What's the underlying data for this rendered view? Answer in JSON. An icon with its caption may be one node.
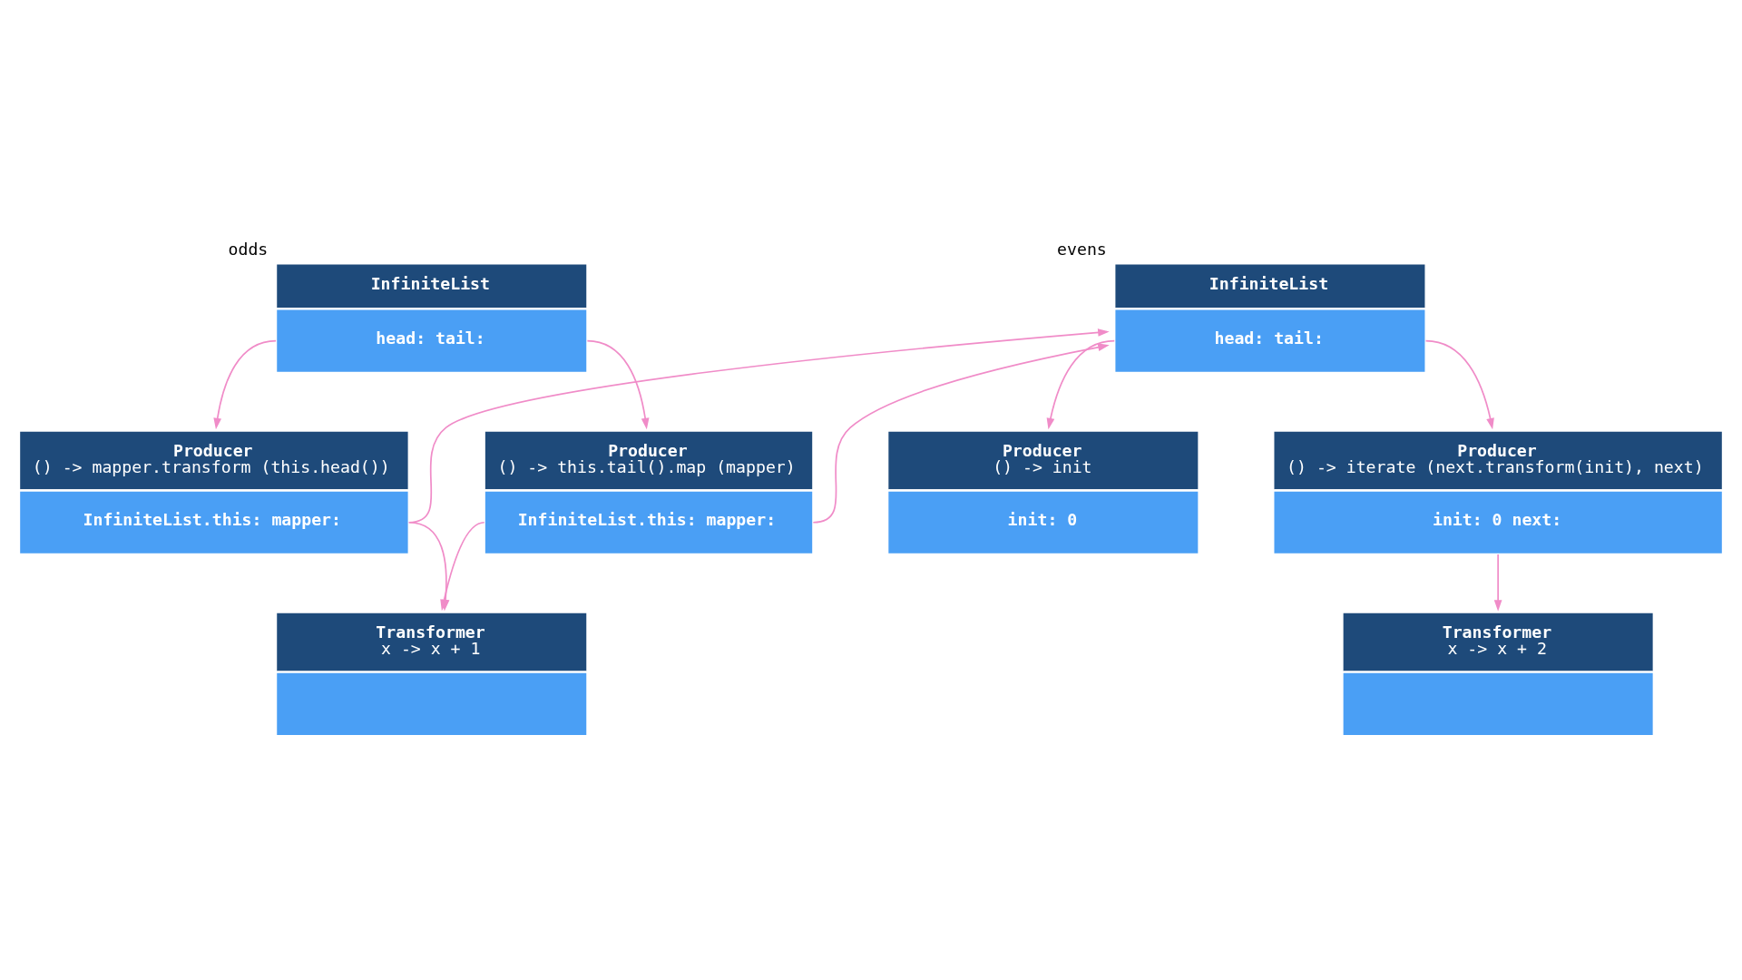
{
  "diagram": {
    "nodes": [
      {
        "text": [
          "InfiniteList",
          "head: tail:"
        ],
        "beside": [
          "odds"
        ]
      },
      {
        "text": [
          "InfiniteList",
          "head: tail:"
        ],
        "beside": [
          "evens"
        ]
      },
      {
        "text": [
          "Producer",
          "() -> mapper.transform (this.head())",
          "InfiniteList.this: mapper:"
        ]
      },
      {
        "text": [
          "Producer",
          "() -> init",
          "init: 0"
        ]
      },
      {
        "text": [
          "Producer",
          "() -> this.tail().map (mapper)",
          "InfiniteList.this: mapper:"
        ]
      },
      {
        "text": [
          "Producer",
          "() -> iterate (next.transform(init), next)",
          "init: 0 next:"
        ]
      },
      {
        "text": [
          "Transformer",
          "x -> x + 1"
        ]
      },
      {
        "text": [
          "Transformer",
          "x -> x + 2"
        ]
      }
    ],
    "edges": [
      {
        "from": 0,
        "to": 2,
        "arrow": "to"
      },
      {
        "from": 0,
        "to": 4,
        "arrow": "to"
      },
      {
        "from": 1,
        "to": 3,
        "arrow": "to"
      },
      {
        "from": 1,
        "to": 5,
        "arrow": "to"
      },
      {
        "from": 2,
        "to": 1,
        "arrow": "to"
      },
      {
        "from": 2,
        "to": 6,
        "arrow": "to"
      },
      {
        "from": 4,
        "to": 1,
        "arrow": "to"
      },
      {
        "from": 4,
        "to": 6,
        "arrow": "to"
      },
      {
        "from": 5,
        "to": 7,
        "arrow": "to"
      }
    ]
  }
}
